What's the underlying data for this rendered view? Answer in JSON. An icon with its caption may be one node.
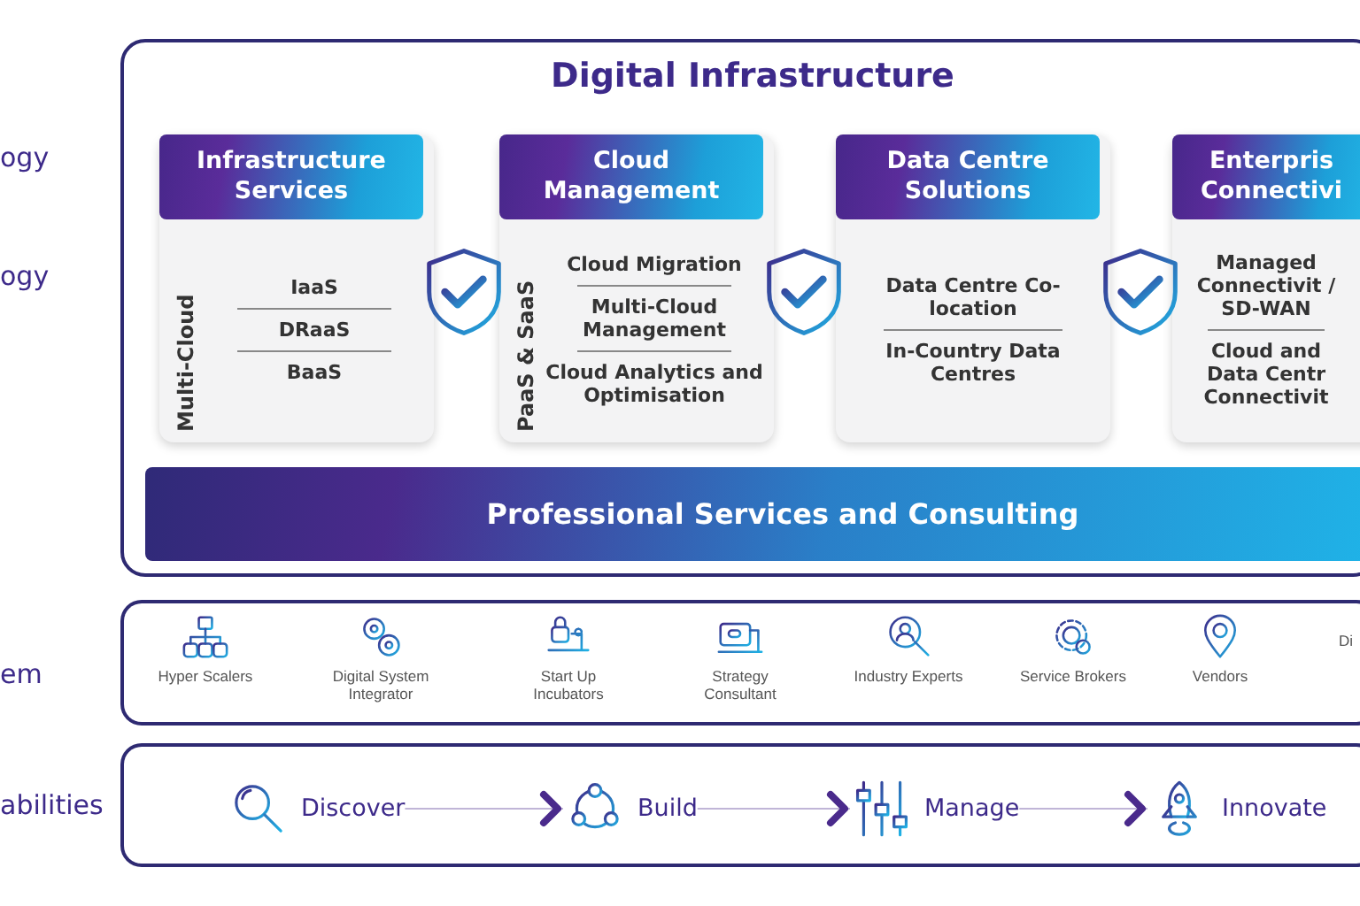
{
  "diagram": {
    "nodes": [
      {
        "text": [
          "Digital Infrastructure"
        ],
        "beside": [
          "ogy",
          "ogy"
        ]
      },
      {
        "text": [
          "Infrastructure Services",
          "Multi-Cloud",
          "IaaS",
          "DRaaS",
          "BaaS"
        ],
        "in": 0
      },
      {
        "text": [
          "Cloud Management",
          "PaaS & SaaS",
          "Cloud Migration",
          "Multi-Cloud Management",
          "Cloud Analytics and Optimisation"
        ],
        "in": 0
      },
      {
        "text": [
          "Data Centre Solutions",
          "Data Centre Co-location",
          "In-Country Data Centres"
        ],
        "in": 0
      },
      {
        "text": [
          "Enterpris Connectivi",
          "Managed Connectivit / SD-WAN",
          "Cloud and Data Centr Connectivit"
        ],
        "in": 0
      },
      {
        "text": [
          "Professional Services and Consulting"
        ],
        "in": 0
      },
      {
        "text": [
          "Hyper Scalers",
          "Digital System Integrator",
          "Start Up Incubators",
          "Strategy Consultant",
          "Industry Experts",
          "Service Brokers",
          "Vendors",
          "Di"
        ],
        "beside": [
          "em"
        ]
      },
      {
        "text": [],
        "shape": "box",
        "beside": [
          "abilities"
        ]
      },
      {
        "text": [
          "Discover"
        ],
        "in": 7
      },
      {
        "text": [
          "Build"
        ],
        "in": 7
      },
      {
        "text": [
          "Manage"
        ],
        "in": 7
      },
      {
        "text": [
          "Innovate"
        ],
        "in": 7
      }
    ],
    "edges": [
      {
        "from": 8,
        "to": 9,
        "arrow": "to"
      },
      {
        "from": 9,
        "to": 10,
        "arrow": "to"
      },
      {
        "from": 10,
        "to": 11,
        "arrow": "to"
      }
    ]
  }
}
